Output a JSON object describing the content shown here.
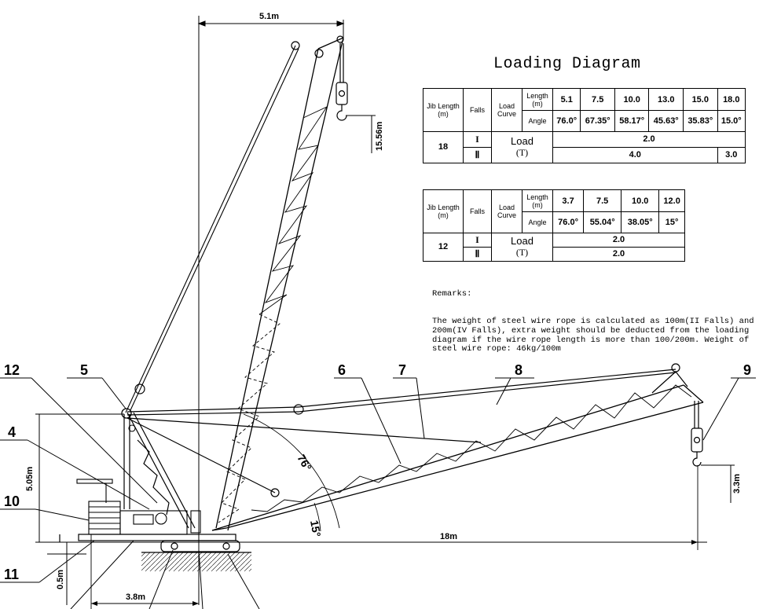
{
  "diagram": {
    "title": "Loading Diagram",
    "top_dimension": "5.1m",
    "hook_height": "15.56m",
    "boom_height": "5.05m",
    "ground_clearance": "0.5m",
    "base_width": "3.8m",
    "jib_length_dim": "18m",
    "jib_hook_height": "3.3m",
    "angle_upper": "76°",
    "angle_lower": "15°",
    "callouts": [
      "12",
      "5",
      "4",
      "10",
      "11",
      "6",
      "7",
      "8",
      "9"
    ]
  },
  "table1": {
    "head_jib": "Jib Length (m)",
    "head_falls": "Falls",
    "head_curve": "Load Curve",
    "head_length": "Length (m)",
    "head_angle": "Angle",
    "lengths": [
      "5.1",
      "7.5",
      "10.0",
      "13.0",
      "15.0",
      "18.0"
    ],
    "angles": [
      "76.0°",
      "67.35°",
      "58.17°",
      "45.63°",
      "35.83°",
      "15.0°"
    ],
    "jib": "18",
    "fall_1": "I",
    "fall_2": "Ⅱ",
    "load_word": "Load",
    "load_unit": "(T)",
    "row1_load": "2.0",
    "row2_load": "4.0",
    "row2_last": "3.0"
  },
  "table2": {
    "head_jib": "Jib Length (m)",
    "head_falls": "Falls",
    "head_curve": "Load Curve",
    "head_length": "Length (m)",
    "head_angle": "Angle",
    "lengths": [
      "3.7",
      "7.5",
      "10.0",
      "12.0"
    ],
    "angles": [
      "76.0°",
      "55.04°",
      "38.05°",
      "15°"
    ],
    "jib": "12",
    "fall_1": "I",
    "fall_2": "Ⅱ",
    "load_word": "Load",
    "load_unit": "(T)",
    "row1_load": "2.0",
    "row2_load": "2.0"
  },
  "remarks": {
    "label": "Remarks:",
    "text": "The weight of steel wire rope is calculated as 100m(II Falls) and 200m(IV Falls), extra weight should be deducted from the loading diagram if the wire rope length is more than 100/200m. Weight of steel wire rope: 46kg/100m"
  }
}
